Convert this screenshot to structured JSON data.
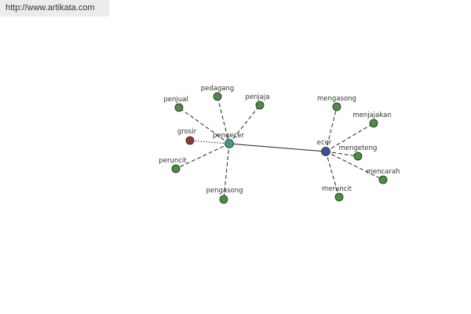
{
  "watermark": {
    "text": "http://www.artikata.com"
  },
  "colors": {
    "leaf": "#4f8a46",
    "hub_pengecer": "#3f9a93",
    "hub_ecer": "#3b4f9c",
    "grosir": "#8a3a3a"
  },
  "graph": {
    "nodes": [
      {
        "id": "pengecer",
        "label": "pengecer",
        "kind": "hub_pengecer"
      },
      {
        "id": "ecer",
        "label": "ecer",
        "kind": "hub_ecer"
      },
      {
        "id": "penjual",
        "label": "penjual",
        "kind": "leaf"
      },
      {
        "id": "pedagang",
        "label": "pedagang",
        "kind": "leaf"
      },
      {
        "id": "penjaja",
        "label": "penjaja",
        "kind": "leaf"
      },
      {
        "id": "grosir",
        "label": "grosir",
        "kind": "grosir"
      },
      {
        "id": "peruncit",
        "label": "peruncit",
        "kind": "leaf"
      },
      {
        "id": "pengasong",
        "label": "pengasong",
        "kind": "leaf"
      },
      {
        "id": "mengasong",
        "label": "mengasong",
        "kind": "leaf"
      },
      {
        "id": "menjajakan",
        "label": "menjajakan",
        "kind": "leaf"
      },
      {
        "id": "mengeteng",
        "label": "mengeteng",
        "kind": "leaf"
      },
      {
        "id": "mencarah",
        "label": "mencarah",
        "kind": "leaf"
      },
      {
        "id": "meruncit",
        "label": "meruncit",
        "kind": "leaf"
      }
    ],
    "edges": [
      {
        "from": "pengecer",
        "to": "ecer",
        "style": "solid"
      },
      {
        "from": "pengecer",
        "to": "penjual",
        "style": "dashed"
      },
      {
        "from": "pengecer",
        "to": "pedagang",
        "style": "dashed"
      },
      {
        "from": "pengecer",
        "to": "penjaja",
        "style": "dashed"
      },
      {
        "from": "pengecer",
        "to": "grosir",
        "style": "dotted"
      },
      {
        "from": "pengecer",
        "to": "peruncit",
        "style": "dashed"
      },
      {
        "from": "pengecer",
        "to": "pengasong",
        "style": "dashed"
      },
      {
        "from": "ecer",
        "to": "mengasong",
        "style": "dashed"
      },
      {
        "from": "ecer",
        "to": "menjajakan",
        "style": "dashed"
      },
      {
        "from": "ecer",
        "to": "mengeteng",
        "style": "dashed"
      },
      {
        "from": "ecer",
        "to": "mencarah",
        "style": "dashed"
      },
      {
        "from": "ecer",
        "to": "meruncit",
        "style": "dashed"
      }
    ]
  }
}
